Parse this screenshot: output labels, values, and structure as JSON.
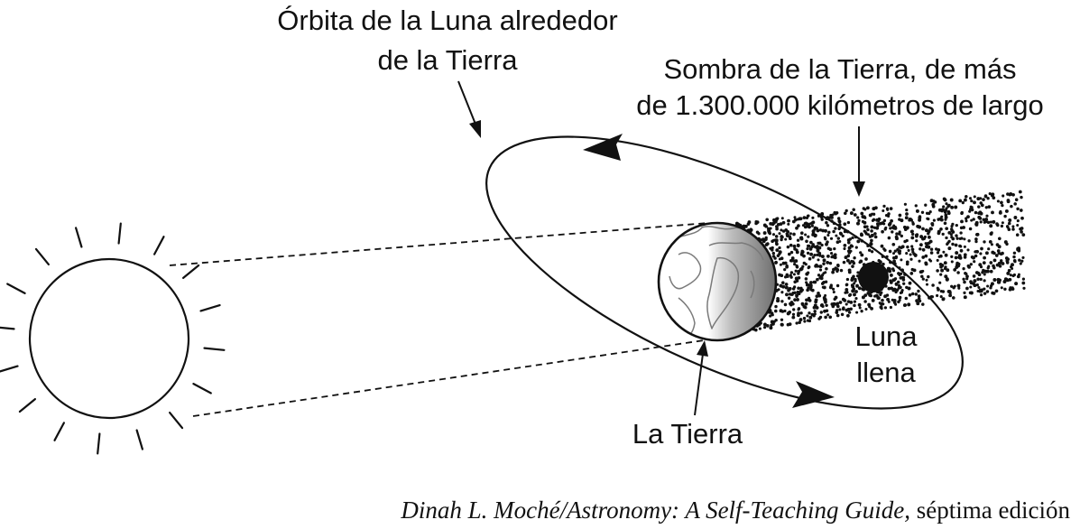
{
  "labels": {
    "orbit_line1": "Órbita de la Luna alrededor",
    "orbit_line2": "de la Tierra",
    "shadow_line1": "Sombra de la Tierra, de más",
    "shadow_line2": "de 1.300.000 kilómetros de largo",
    "moon_line1": "Luna",
    "moon_line2": "llena",
    "earth": "La Tierra"
  },
  "credit": {
    "work": "Dinah L. Moché/Astronomy: A Self-Teaching Guide,",
    "edition": " séptima edición"
  },
  "colors": {
    "ink": "#111111",
    "background": "#ffffff",
    "earth_shade": "#7a7a7a"
  },
  "icons": {
    "sun": "sun-icon",
    "earth": "earth-globe-icon",
    "moon": "moon-icon"
  }
}
